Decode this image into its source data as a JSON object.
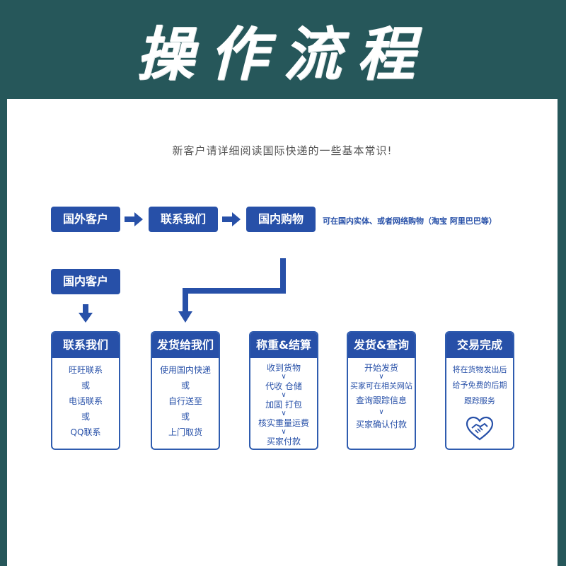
{
  "title": "操作流程",
  "intro": "新客户请详细阅读国际快递的一些基本常识!",
  "top_flow": {
    "steps": [
      "国外客户",
      "联系我们",
      "国内购物"
    ],
    "note": "可在国内实体、或者网络购物（淘宝 阿里巴巴等）"
  },
  "domestic_customer": "国内客户",
  "steps": [
    {
      "title": "联系我们",
      "lines": [
        "旺旺联系",
        "或",
        "电话联系",
        "或",
        "QQ联系"
      ]
    },
    {
      "title": "发货给我们",
      "lines": [
        "使用国内快递",
        "或",
        "自行送至",
        "或",
        "上门取货"
      ]
    },
    {
      "title": "称重&结算",
      "lines": [
        "收到货物",
        "代收 仓储",
        "加固 打包",
        "核实重量运费",
        "买家付款"
      ]
    },
    {
      "title": "发货&查询",
      "lines": [
        "开始发货",
        "买家可在相关网站",
        "查询跟踪信息",
        "买家确认付款"
      ]
    },
    {
      "title": "交易完成",
      "lines": [
        "将在货物发出后",
        "给予免费的后期",
        "跟踪服务"
      ]
    }
  ],
  "colors": {
    "background": "#26575a",
    "brand_blue": "#2750a8",
    "card": "#ffffff"
  },
  "icons": [
    "arrow-right-icon",
    "arrow-down-icon",
    "handshake-heart-icon"
  ]
}
